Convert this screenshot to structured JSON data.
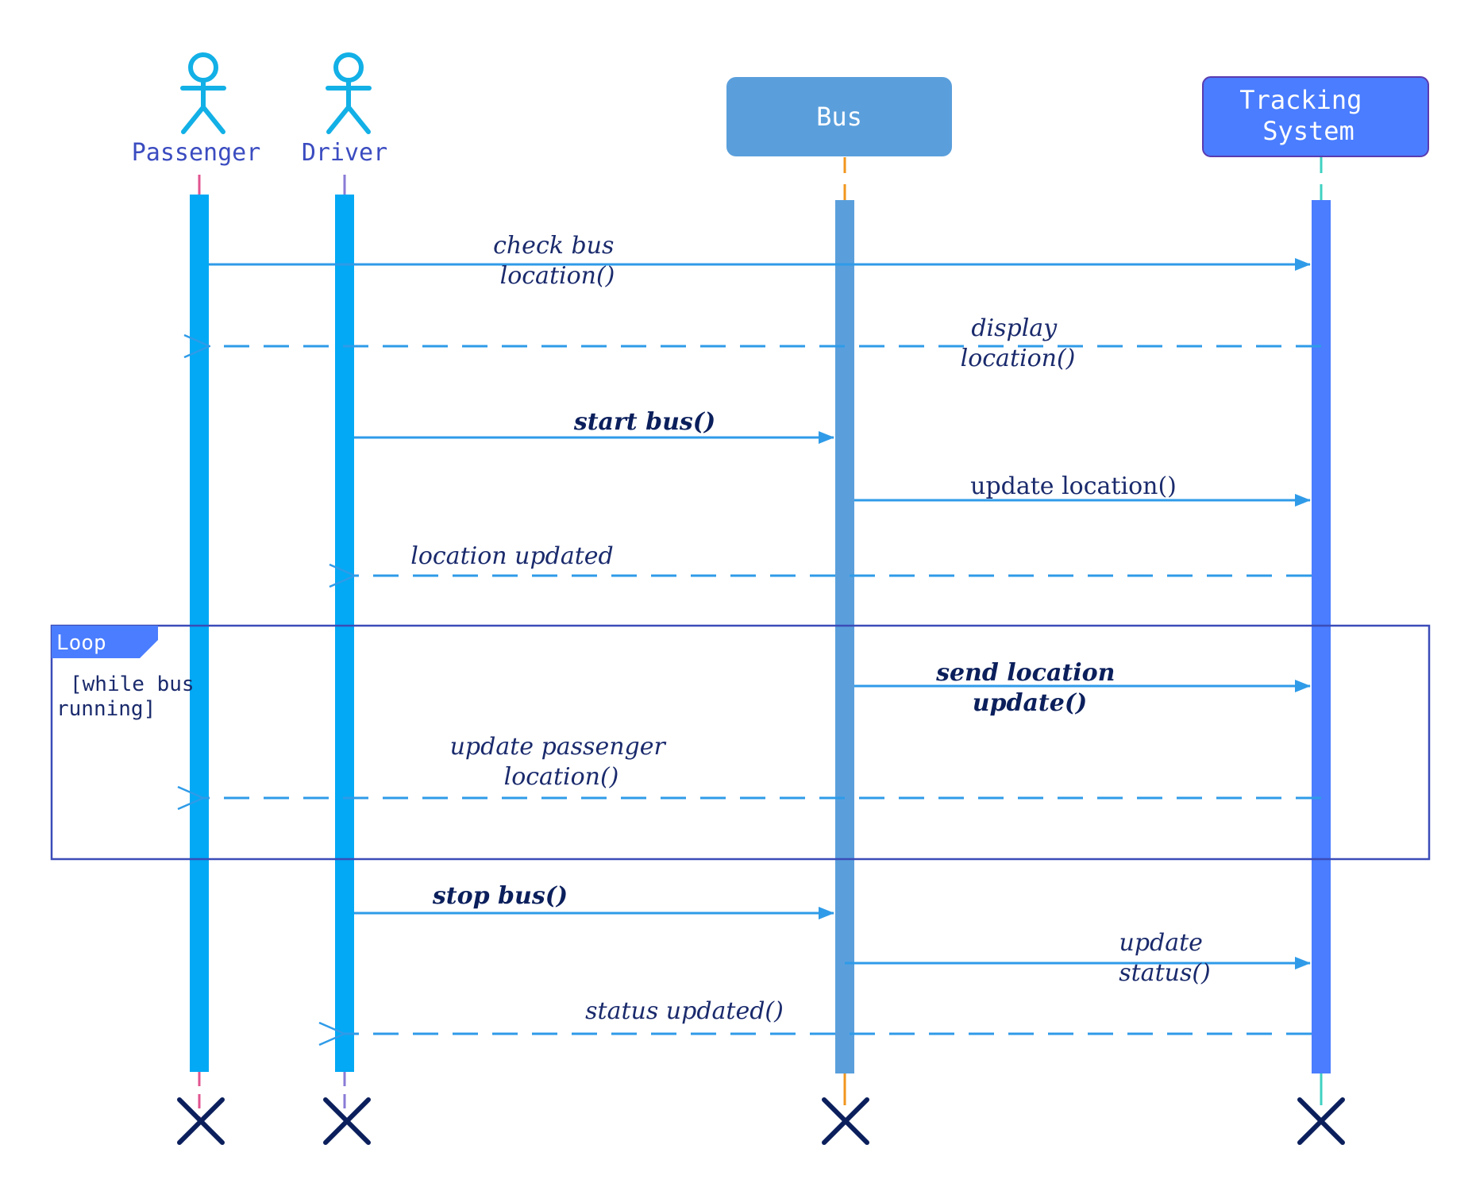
{
  "participants": [
    {
      "id": "passenger",
      "kind": "actor",
      "label": "Passenger"
    },
    {
      "id": "driver",
      "kind": "actor",
      "label": "Driver"
    },
    {
      "id": "bus",
      "kind": "box",
      "label": "Bus"
    },
    {
      "id": "tracking",
      "kind": "box",
      "label_lines": [
        "Tracking",
        "System"
      ]
    }
  ],
  "messages": [
    {
      "id": "m1",
      "from": "passenger",
      "to": "tracking",
      "style": "solid",
      "lines": [
        "check bus",
        "location()"
      ]
    },
    {
      "id": "m2",
      "from": "tracking",
      "to": "passenger",
      "style": "dashed",
      "lines": [
        "display",
        "location()"
      ]
    },
    {
      "id": "m3",
      "from": "driver",
      "to": "bus",
      "style": "solid",
      "lines": [
        "start bus()"
      ]
    },
    {
      "id": "m4",
      "from": "bus",
      "to": "tracking",
      "style": "solid",
      "lines": [
        "update location()"
      ]
    },
    {
      "id": "m5",
      "from": "tracking",
      "to": "driver",
      "style": "dashed",
      "lines": [
        "location updated"
      ]
    },
    {
      "id": "m6",
      "from": "bus",
      "to": "tracking",
      "style": "solid",
      "lines": [
        "send location",
        "update()"
      ]
    },
    {
      "id": "m7",
      "from": "tracking",
      "to": "passenger",
      "style": "dashed",
      "lines": [
        "update passenger",
        "location()"
      ]
    },
    {
      "id": "m8",
      "from": "driver",
      "to": "bus",
      "style": "solid",
      "lines": [
        "stop bus()"
      ]
    },
    {
      "id": "m9",
      "from": "bus",
      "to": "tracking",
      "style": "solid",
      "lines": [
        "update",
        "status()"
      ]
    },
    {
      "id": "m10",
      "from": "tracking",
      "to": "driver",
      "style": "dashed",
      "lines": [
        "status updated()"
      ]
    }
  ],
  "loop": {
    "tag": "Loop",
    "guard_lines": [
      "[while bus",
      "running]"
    ]
  },
  "colors": {
    "actor": "#12b0e6",
    "actor_text": "#3b4cc0",
    "bus_box": "#5a9fdc",
    "tracking_box": "#4a7dff",
    "tracking_border": "#5b3bb0",
    "activation_actor": "#03a9f4",
    "activation_bus": "#5a9fdc",
    "activation_tracking": "#4a7dff",
    "message_line": "#2f9be8",
    "loop_border": "#3b4cb8",
    "loop_tag": "#4a7dff",
    "destroy": "#0b1f5c",
    "lifeline_passenger": "#e0558f",
    "lifeline_driver": "#8a7ad6",
    "lifeline_bus": "#f0961e",
    "lifeline_tracking": "#3fd0c0"
  }
}
